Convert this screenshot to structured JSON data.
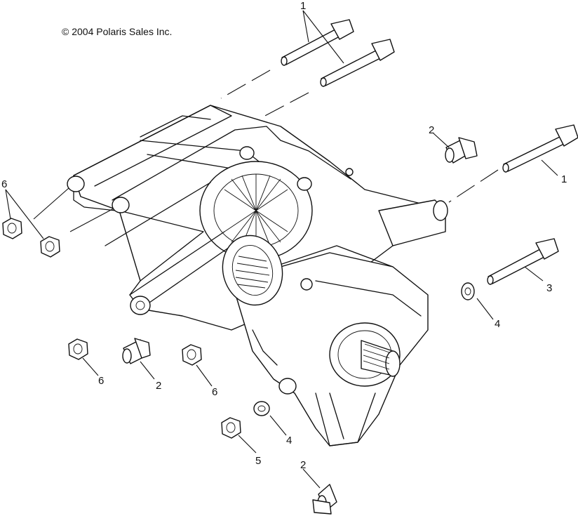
{
  "copyright": "© 2004 Polaris Sales Inc.",
  "callouts": {
    "c1_top": "1",
    "c1_right": "1",
    "c2_top": "2",
    "c3": "3",
    "c4_right": "4",
    "c6_left": "6",
    "c6_bottom_left": "6",
    "c2_mid": "2",
    "c6_mid": "6",
    "c4_bottom": "4",
    "c5": "5",
    "c2_bottom": "2"
  }
}
